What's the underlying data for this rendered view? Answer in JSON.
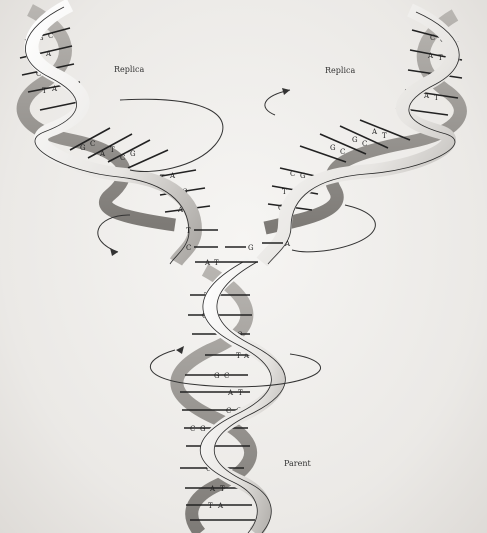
{
  "labels": {
    "replica_left": "Replica",
    "replica_right": "Replica",
    "parent": "Parent"
  },
  "free_bases": {
    "left": [
      "T",
      "C"
    ],
    "right": [
      "G",
      "A"
    ]
  },
  "colors": {
    "ribbon_light": "#fafafa",
    "ribbon_shade": "#9a9794",
    "outline": "#2a2a2a",
    "background": "#eeeceb"
  }
}
